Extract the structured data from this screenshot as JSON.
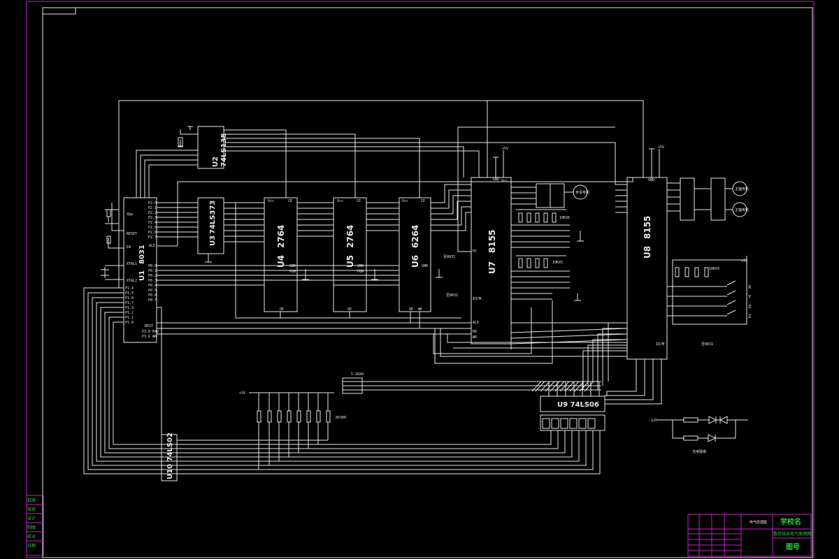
{
  "colors": {
    "background": "#000000",
    "wire": "#e8e8e8",
    "frame": "#c026c0",
    "title_text": "#2ecc40"
  },
  "chips": {
    "u1_ref": "U1",
    "u1_part": "8031",
    "u2_ref": "U2",
    "u2_part": "74LS138",
    "u3_ref": "U3",
    "u3_part": "74LS373",
    "u4_ref": "U4",
    "u4_part": "2764",
    "u5_ref": "U5",
    "u5_part": "2764",
    "u6_ref": "U6",
    "u6_part": "6264",
    "u7_ref": "U7",
    "u7_part": "8155",
    "u8_ref": "U8",
    "u8_part": "8155",
    "u9_label": "U9 74LS06",
    "u10_label": "U10 74LS02"
  },
  "pins": {
    "vcc": "Vcc",
    "ce": "CE",
    "oe": "OE",
    "we": "WE",
    "gnd": "GND",
    "pgm": "PGM",
    "reset": "RESET",
    "ale": "ALE",
    "rd": "RD",
    "wr": "WR",
    "iom": "IO/M",
    "pc": "PC",
    "rest": "REST",
    "rxd": "P3.0 RXD",
    "wr2": "P3.6 WR",
    "xtal1": "XTAL1",
    "xtal2": "XTAL2",
    "ea": "EA",
    "vpp": "Vpp",
    "p2": [
      "P2.0",
      "P2.1",
      "P2.2",
      "P2.3",
      "P2.4",
      "P2.5",
      "P2.6",
      "P2.7"
    ],
    "p1": [
      "P1.4",
      "P1.5",
      "P1.6",
      "P1.7",
      "P1.3",
      "P1.2",
      "P1.1",
      "P1.0"
    ],
    "p0": [
      "P0.0",
      "P0.1",
      "P0.2",
      "P0.3",
      "P0.4",
      "P0.5",
      "P0.6",
      "P0.7"
    ]
  },
  "labels": {
    "r_net_u7a": "10KX6",
    "r_net_u7b": "10KX5",
    "r_net_u8": "10KX4",
    "r_net_top": "5.1KX4",
    "r_net_bot": "8X300",
    "plus5v": "+5V",
    "minus12v": "-12V",
    "to8031a": "至8031",
    "to8031b": "至8031",
    "to8031c": "至8031",
    "axes": [
      "X",
      "Y",
      "Z",
      "Z"
    ],
    "motor1": "步进电机",
    "motor2": "主轴电机",
    "motor3": "主轴电机",
    "legend_caption": "光电隔离"
  },
  "title_block": {
    "drawing_title": "电气原理图",
    "school": "学校名",
    "project": "数控铣床电气原理图",
    "drawing_no": "图号",
    "left_rows": [
      "批准",
      "审核",
      "设计",
      "制图",
      "校对",
      "日期"
    ]
  }
}
